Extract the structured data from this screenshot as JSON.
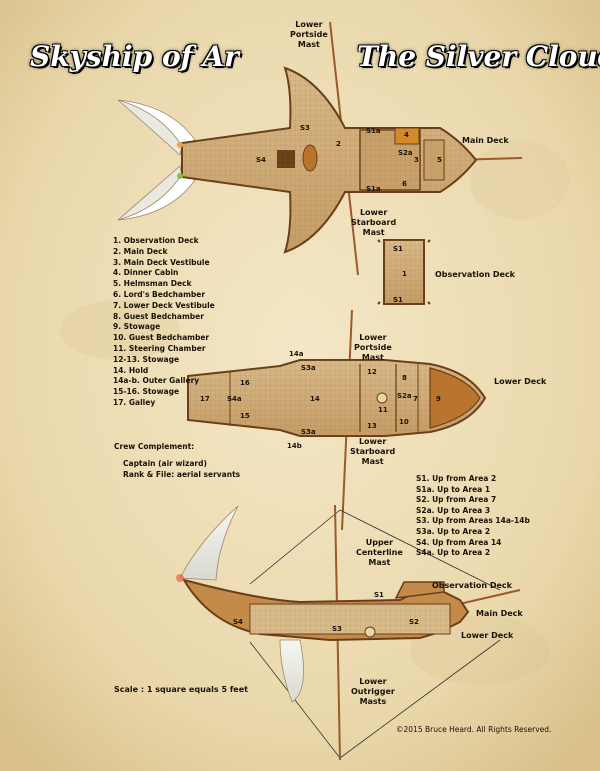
{
  "title_left": "Skyship of Ar",
  "title_right": "The Silver Cloud",
  "labels": {
    "lower_portside_mast_top": "Lower\nPortside\nMast",
    "main_deck": "Main Deck",
    "lower_starboard_mast_top": "Lower\nStarboard\nMast",
    "observation_deck": "Observation Deck",
    "lower_portside_mast_mid": "Lower\nPortside\nMast",
    "lower_deck": "Lower Deck",
    "lower_starboard_mast_mid": "Lower\nStarboard\nMast",
    "upper_centerline_mast": "Upper\nCenterline\nMast",
    "side_observation_deck": "Observation Deck",
    "side_main_deck": "Main Deck",
    "side_lower_deck": "Lower Deck",
    "lower_outrigger_masts": "Lower\nOutrigger\nMasts"
  },
  "legend": [
    "1. Observation Deck",
    "2. Main Deck",
    "3. Main Deck Vestibule",
    "4. Dinner Cabin",
    "5. Helmsman Deck",
    "6. Lord's Bedchamber",
    "7. Lower Deck Vestibule",
    "8. Guest Bedchamber",
    "9. Stowage",
    "10. Guest Bedchamber",
    "11. Steering Chamber",
    "12-13. Stowage",
    "14. Hold",
    "14a-b. Outer Gallery",
    "15-16. Stowage",
    "17. Galley"
  ],
  "crew": {
    "heading": "Crew Complement:",
    "captain": "Captain (air wizard)",
    "rank": "Rank & File: aerial servants"
  },
  "stairs": [
    "S1. Up from Area 2",
    "S1a. Up to Area 1",
    "S2. Up from Area 7",
    "S2a. Up to Area 3",
    "S3. Up from Areas 14a-14b",
    "S3a. Up to Area 2",
    "S4. Up from Area 14",
    "S4a. Up to Area 2"
  ],
  "scale": "Scale : 1 square equals 5 feet",
  "copyright": "©2015 Bruce Heard. All Rights Reserved.",
  "map_numbers": {
    "n1": "1",
    "n2": "2",
    "n3": "3",
    "n4": "4",
    "n5": "5",
    "n6": "6",
    "n7": "7",
    "n8": "8",
    "n9": "9",
    "n10": "10",
    "n11": "11",
    "n12": "12",
    "n13": "13",
    "n14": "14",
    "n15": "15",
    "n16": "16",
    "n17": "17",
    "n14a": "14a",
    "n14b": "14b",
    "s1": "S1",
    "s1a": "S1a",
    "s2": "S2",
    "s2a": "S2a",
    "s3": "S3",
    "s3a": "S3a",
    "s4": "S4",
    "s4a": "S4a"
  }
}
